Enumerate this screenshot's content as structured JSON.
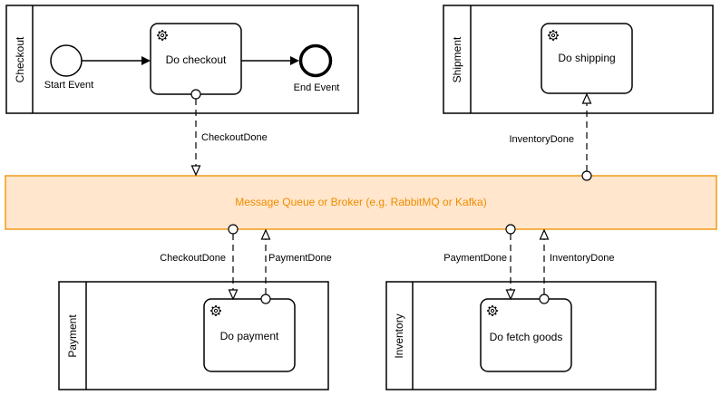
{
  "colors": {
    "broker_fill": "#ffe6cc",
    "broker_stroke": "#f29b1a",
    "broker_text": "#f08c00",
    "line": "#000000"
  },
  "pools": {
    "checkout": "Checkout",
    "shipment": "Shipment",
    "payment": "Payment",
    "inventory": "Inventory"
  },
  "events": {
    "start": "Start Event",
    "end": "End Event"
  },
  "tasks": {
    "checkout": "Do checkout",
    "shipping": "Do shipping",
    "payment": "Do payment",
    "fetch_goods": "Do fetch goods"
  },
  "broker": {
    "label": "Message Queue or Broker (e.g. RabbitMQ or Kafka)"
  },
  "messages": {
    "checkout_done_top": "CheckoutDone",
    "inventory_done_top": "InventoryDone",
    "checkout_done_payment": "CheckoutDone",
    "payment_done_payment": "PaymentDone",
    "payment_done_inventory": "PaymentDone",
    "inventory_done_inventory": "InventoryDone"
  },
  "icons": {
    "task": "gear-icon",
    "message_start": "message-circle",
    "message_end": "open-triangle-arrow"
  }
}
